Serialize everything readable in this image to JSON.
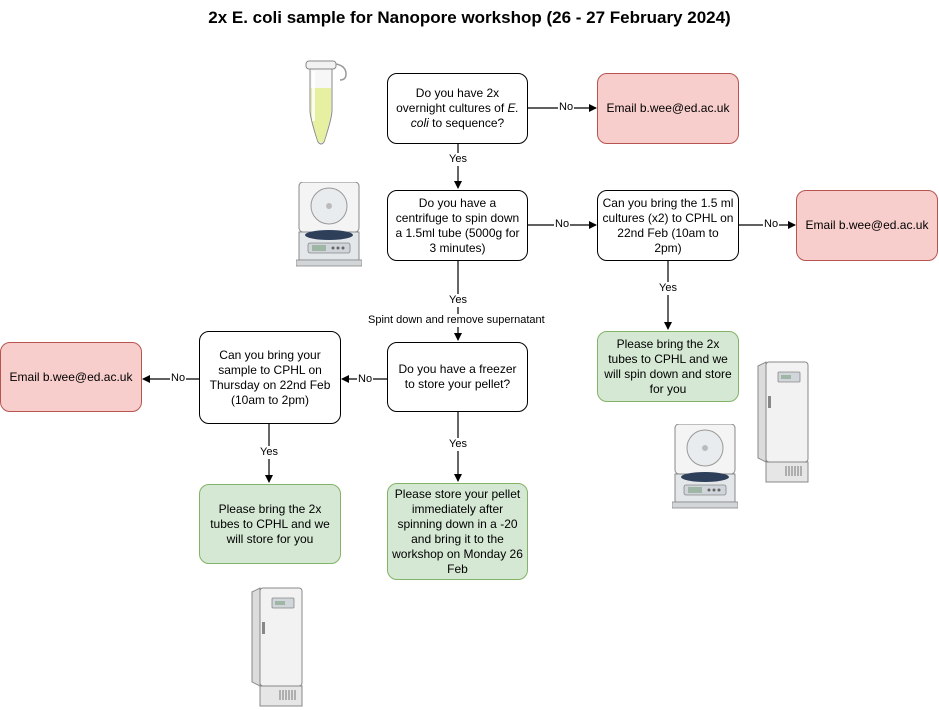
{
  "title": "2x E. coli sample for Nanopore workshop (26 - 27 February 2024)",
  "nodes": {
    "q_cultures": {
      "pre": "Do you have 2x overnight cultures of ",
      "em": "E. coli",
      "post": " to sequence?"
    },
    "email_1": "Email b.wee@ed.ac.uk",
    "q_centrifuge": "Do you have a centrifuge to spin down a 1.5ml tube (5000g for 3 minutes)",
    "q_bring_cultures": "Can you bring the 1.5 ml cultures (x2) to CPHL on 22nd Feb (10am to 2pm)",
    "email_2": "Email b.wee@ed.ac.uk",
    "bring_spin_store": "Please bring the 2x tubes to CPHL and we will spin down and store for you",
    "q_freezer": "Do you have a freezer to store your pellet?",
    "q_bring_sample": "Can you bring your sample to CPHL on Thursday on 22nd Feb (10am to 2pm)",
    "email_3": "Email b.wee@ed.ac.uk",
    "bring_store": "Please bring the 2x tubes to CPHL and we will store for you",
    "store_pellet": "Please store your pellet immediately after spinning down in a -20 and bring it to the workshop on Monday 26 Feb"
  },
  "edge_labels": {
    "cultures_no": "No",
    "cultures_yes": "Yes",
    "centrifuge_no": "No",
    "bring_cultures_no": "No",
    "bring_cultures_yes": "Yes",
    "centrifuge_yes": "Yes",
    "spin_note": "Spint down and remove supernatant",
    "freezer_no": "No",
    "bring_sample_no": "No",
    "bring_sample_yes": "Yes",
    "freezer_yes": "Yes"
  },
  "icons": [
    "tube-icon",
    "centrifuge-icon",
    "freezer-icon"
  ],
  "colors": {
    "email_fill": "#f8cecc",
    "email_border": "#b85450",
    "action_fill": "#d5e8d4",
    "action_border": "#82b366",
    "tube_liquid": "#e6f0a0"
  }
}
